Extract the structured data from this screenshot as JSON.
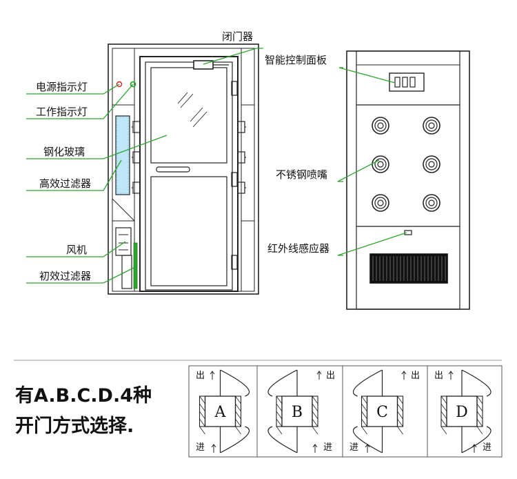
{
  "labels": {
    "door_closer": "闭门器",
    "power_light": "电源指示灯",
    "work_light": "工作指示灯",
    "tempered_glass": "钢化玻璃",
    "hepa_filter": "高效过滤器",
    "fan": "风机",
    "pre_filter": "初效过滤器",
    "control_panel": "智能控制面板",
    "nozzle": "不锈钢喷嘴",
    "ir_sensor": "红外线感应器"
  },
  "caption": {
    "line1": "有A.B.C.D.4种",
    "line2": "开门方式选择."
  },
  "door_modes": [
    {
      "letter": "A",
      "exit": "出",
      "enter": "进"
    },
    {
      "letter": "B",
      "exit": "出",
      "enter": "进"
    },
    {
      "letter": "C",
      "exit": "出",
      "enter": "进"
    },
    {
      "letter": "D",
      "exit": "出",
      "enter": "进"
    }
  ],
  "colors": {
    "leader": "#2ca52c",
    "power_led": "#e02020",
    "work_led": "#2ca52c",
    "filter": "#bfe6f7",
    "stroke": "#222222"
  }
}
